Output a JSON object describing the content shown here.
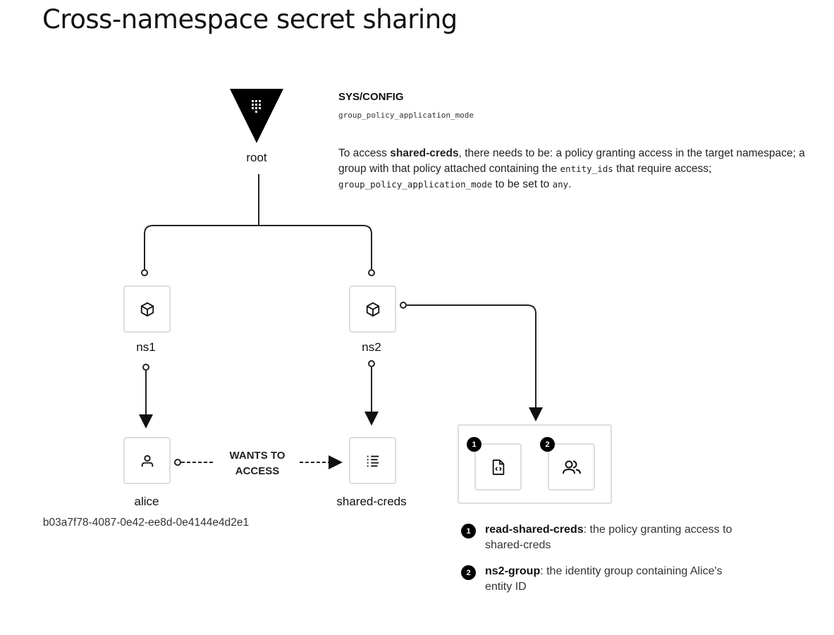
{
  "title": "Cross-namespace secret sharing",
  "config": {
    "heading": "SYS/CONFIG",
    "setting": "group_policy_application_mode",
    "para": {
      "p1": "To access ",
      "b1": "shared-creds",
      "p2": ", there needs to be: a policy granting access in the target namespace; a group with that policy attached containing the ",
      "m1": "entity_ids",
      "p3": " that require access; ",
      "m2": "group_policy_application_mode",
      "p4": " to be set to ",
      "m3": "any",
      "p5": "."
    }
  },
  "nodes": {
    "root": "root",
    "ns1": "ns1",
    "ns2": "ns2",
    "alice": "alice",
    "alice_id": "b03a7f78-4087-0e42-ee8d-0e4144e4d2e1",
    "shared_creds": "shared-creds"
  },
  "edge_label": {
    "line1": "WANTS TO",
    "line2": "ACCESS"
  },
  "group": {
    "badge1": "1",
    "badge2": "2"
  },
  "legend": [
    {
      "num": "1",
      "term": "read-shared-creds",
      "desc": ": the policy granting access to shared-creds"
    },
    {
      "num": "2",
      "term": "ns2-group",
      "desc": ": the identity group containing Alice's entity ID"
    }
  ]
}
